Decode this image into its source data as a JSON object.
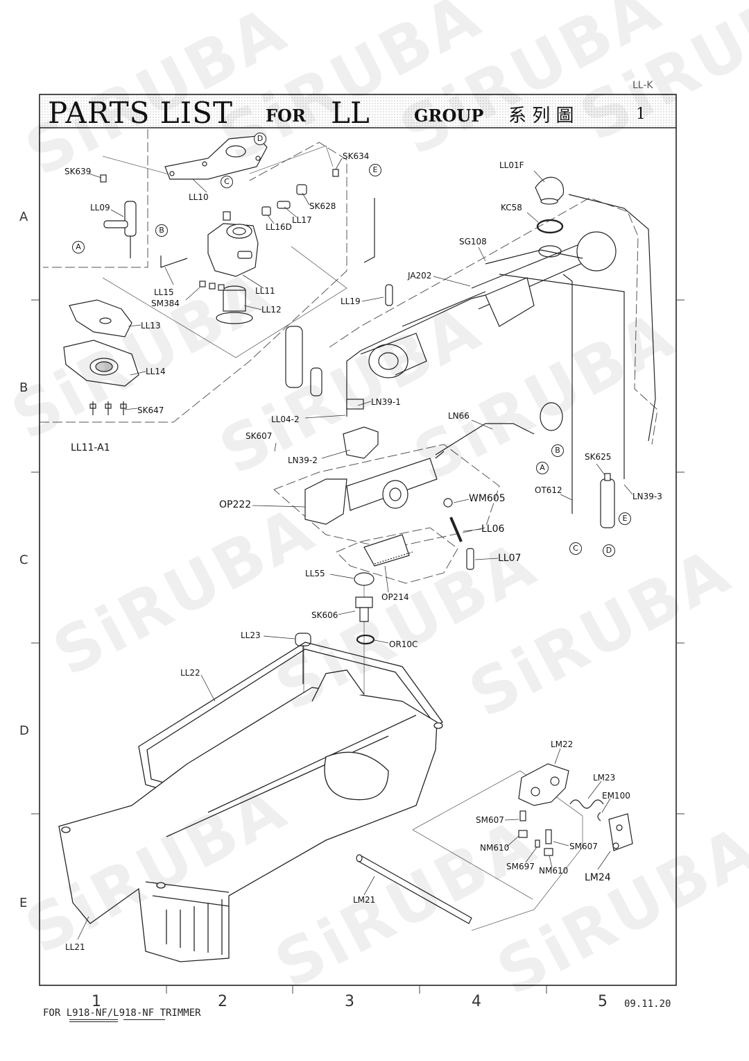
{
  "sheet_code": "LL-K",
  "title": {
    "parts_list": "PARTS LIST",
    "for": "FOR",
    "group_code": "LL",
    "group": "GROUP",
    "chinese": "系 列 圖",
    "page": "1"
  },
  "row_markers": [
    "A",
    "B",
    "C",
    "D",
    "E"
  ],
  "col_markers": [
    "1",
    "2",
    "3",
    "4",
    "5"
  ],
  "date": "09.11.20",
  "footer_text": "FOR L918-NF/L918-NF TRIMMER",
  "watermark": "SiRUBA",
  "parts": {
    "SK639": "SK639",
    "LL10": "LL10",
    "SK634": "SK634",
    "LL09": "LL09",
    "SK628": "SK628",
    "LL16D": "LL16D",
    "LL17": "LL17",
    "LL15": "LL15",
    "SM384": "SM384",
    "LL11": "LL11",
    "LL12": "LL12",
    "LL13": "LL13",
    "LL14": "LL14",
    "SK647": "SK647",
    "LL11A1": "LL11-A1",
    "LL01F": "LL01F",
    "KC58": "KC58",
    "SG108": "SG108",
    "JA202": "JA202",
    "LL19": "LL19",
    "LN391": "LN39-1",
    "LL042": "LL04-2",
    "SK607": "SK607",
    "LN392": "LN39-2",
    "LN66": "LN66",
    "SK625": "SK625",
    "OT612": "OT612",
    "LN393": "LN39-3",
    "OP222": "OP222",
    "WM605": "WM605",
    "LL06": "LL06",
    "LL07": "LL07",
    "LL55": "LL55",
    "OP214": "OP214",
    "SK606": "SK606",
    "LL23": "LL23",
    "OR10C": "OR10C",
    "LL22": "LL22",
    "LM22": "LM22",
    "LM23": "LM23",
    "EM100": "EM100",
    "SM607a": "SM607",
    "NM610a": "NM610",
    "SM607b": "SM607",
    "SM697": "SM697",
    "NM610b": "NM610",
    "LM24": "LM24",
    "LM21": "LM21",
    "LL21": "LL21"
  },
  "callouts": [
    "A",
    "B",
    "C",
    "D",
    "E"
  ]
}
